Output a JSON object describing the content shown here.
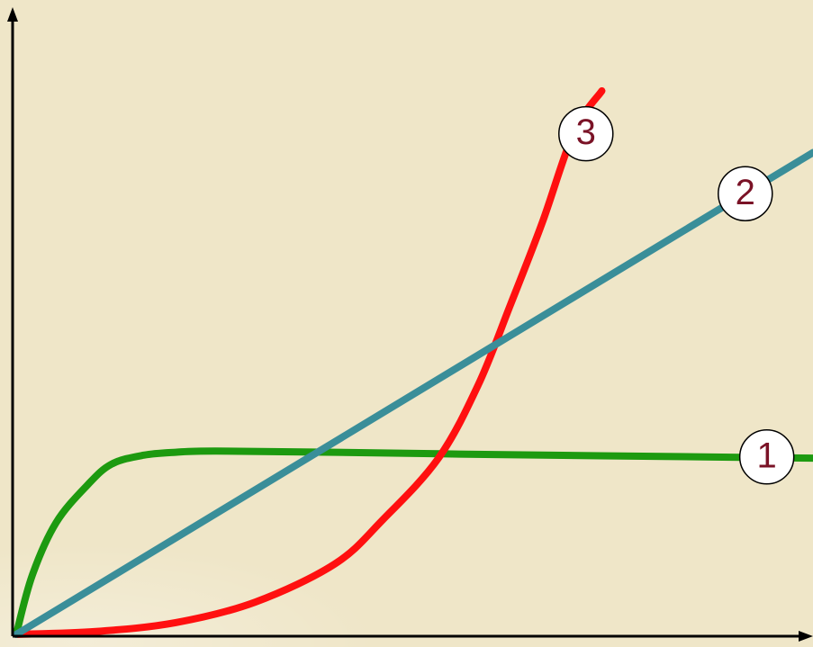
{
  "chart_data": {
    "type": "line",
    "title": "",
    "xlabel": "",
    "ylabel": "",
    "xlim": [
      0,
      10
    ],
    "ylim": [
      0,
      10
    ],
    "grid": false,
    "legend": "none",
    "background_color": "#efe6c8",
    "axis_color": "#000000",
    "series": [
      {
        "name": "1",
        "color": "#1d9a10",
        "x": [
          0,
          0.2,
          0.5,
          0.9,
          1.2,
          1.6,
          2.0,
          2.5,
          4,
          6,
          8,
          10
        ],
        "y": [
          0,
          1.0,
          1.9,
          2.55,
          2.9,
          3.05,
          3.1,
          3.12,
          3.1,
          3.06,
          3.03,
          3.0
        ]
      },
      {
        "name": "2",
        "color": "#3a8e99",
        "x": [
          0,
          10
        ],
        "y": [
          0,
          8.2
        ]
      },
      {
        "name": "3",
        "color": "#ff1010",
        "x": [
          0,
          1,
          2,
          3,
          4,
          4.6,
          5.3,
          5.8,
          6.2,
          6.6,
          7.0,
          7.35
        ],
        "y": [
          0,
          0.05,
          0.2,
          0.55,
          1.2,
          1.95,
          3.0,
          4.25,
          5.6,
          7.0,
          8.55,
          9.25
        ]
      }
    ],
    "markers": [
      {
        "label": "1",
        "series": "1",
        "x": 9.42,
        "y": 3.02
      },
      {
        "label": "2",
        "series": "2",
        "x": 9.15,
        "y": 7.5
      },
      {
        "label": "3",
        "series": "3",
        "x": 7.15,
        "y": 8.52
      }
    ]
  }
}
